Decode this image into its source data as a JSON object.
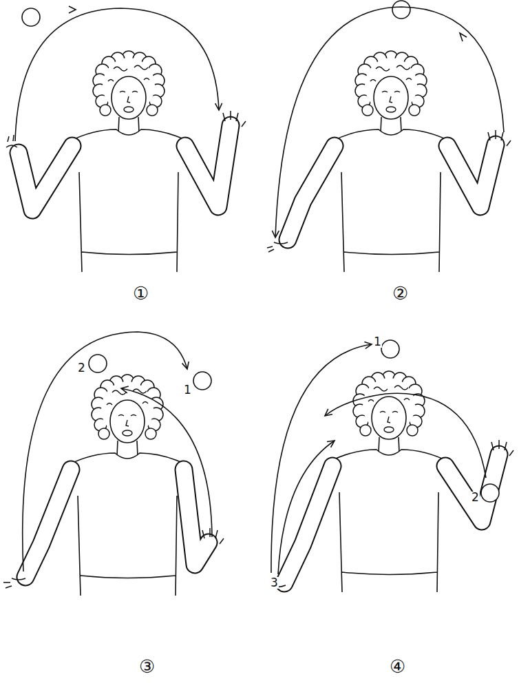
{
  "diagram": {
    "labels": [
      "①",
      "②",
      "2",
      "1",
      "③",
      "1",
      "2",
      "3",
      "④"
    ]
  }
}
